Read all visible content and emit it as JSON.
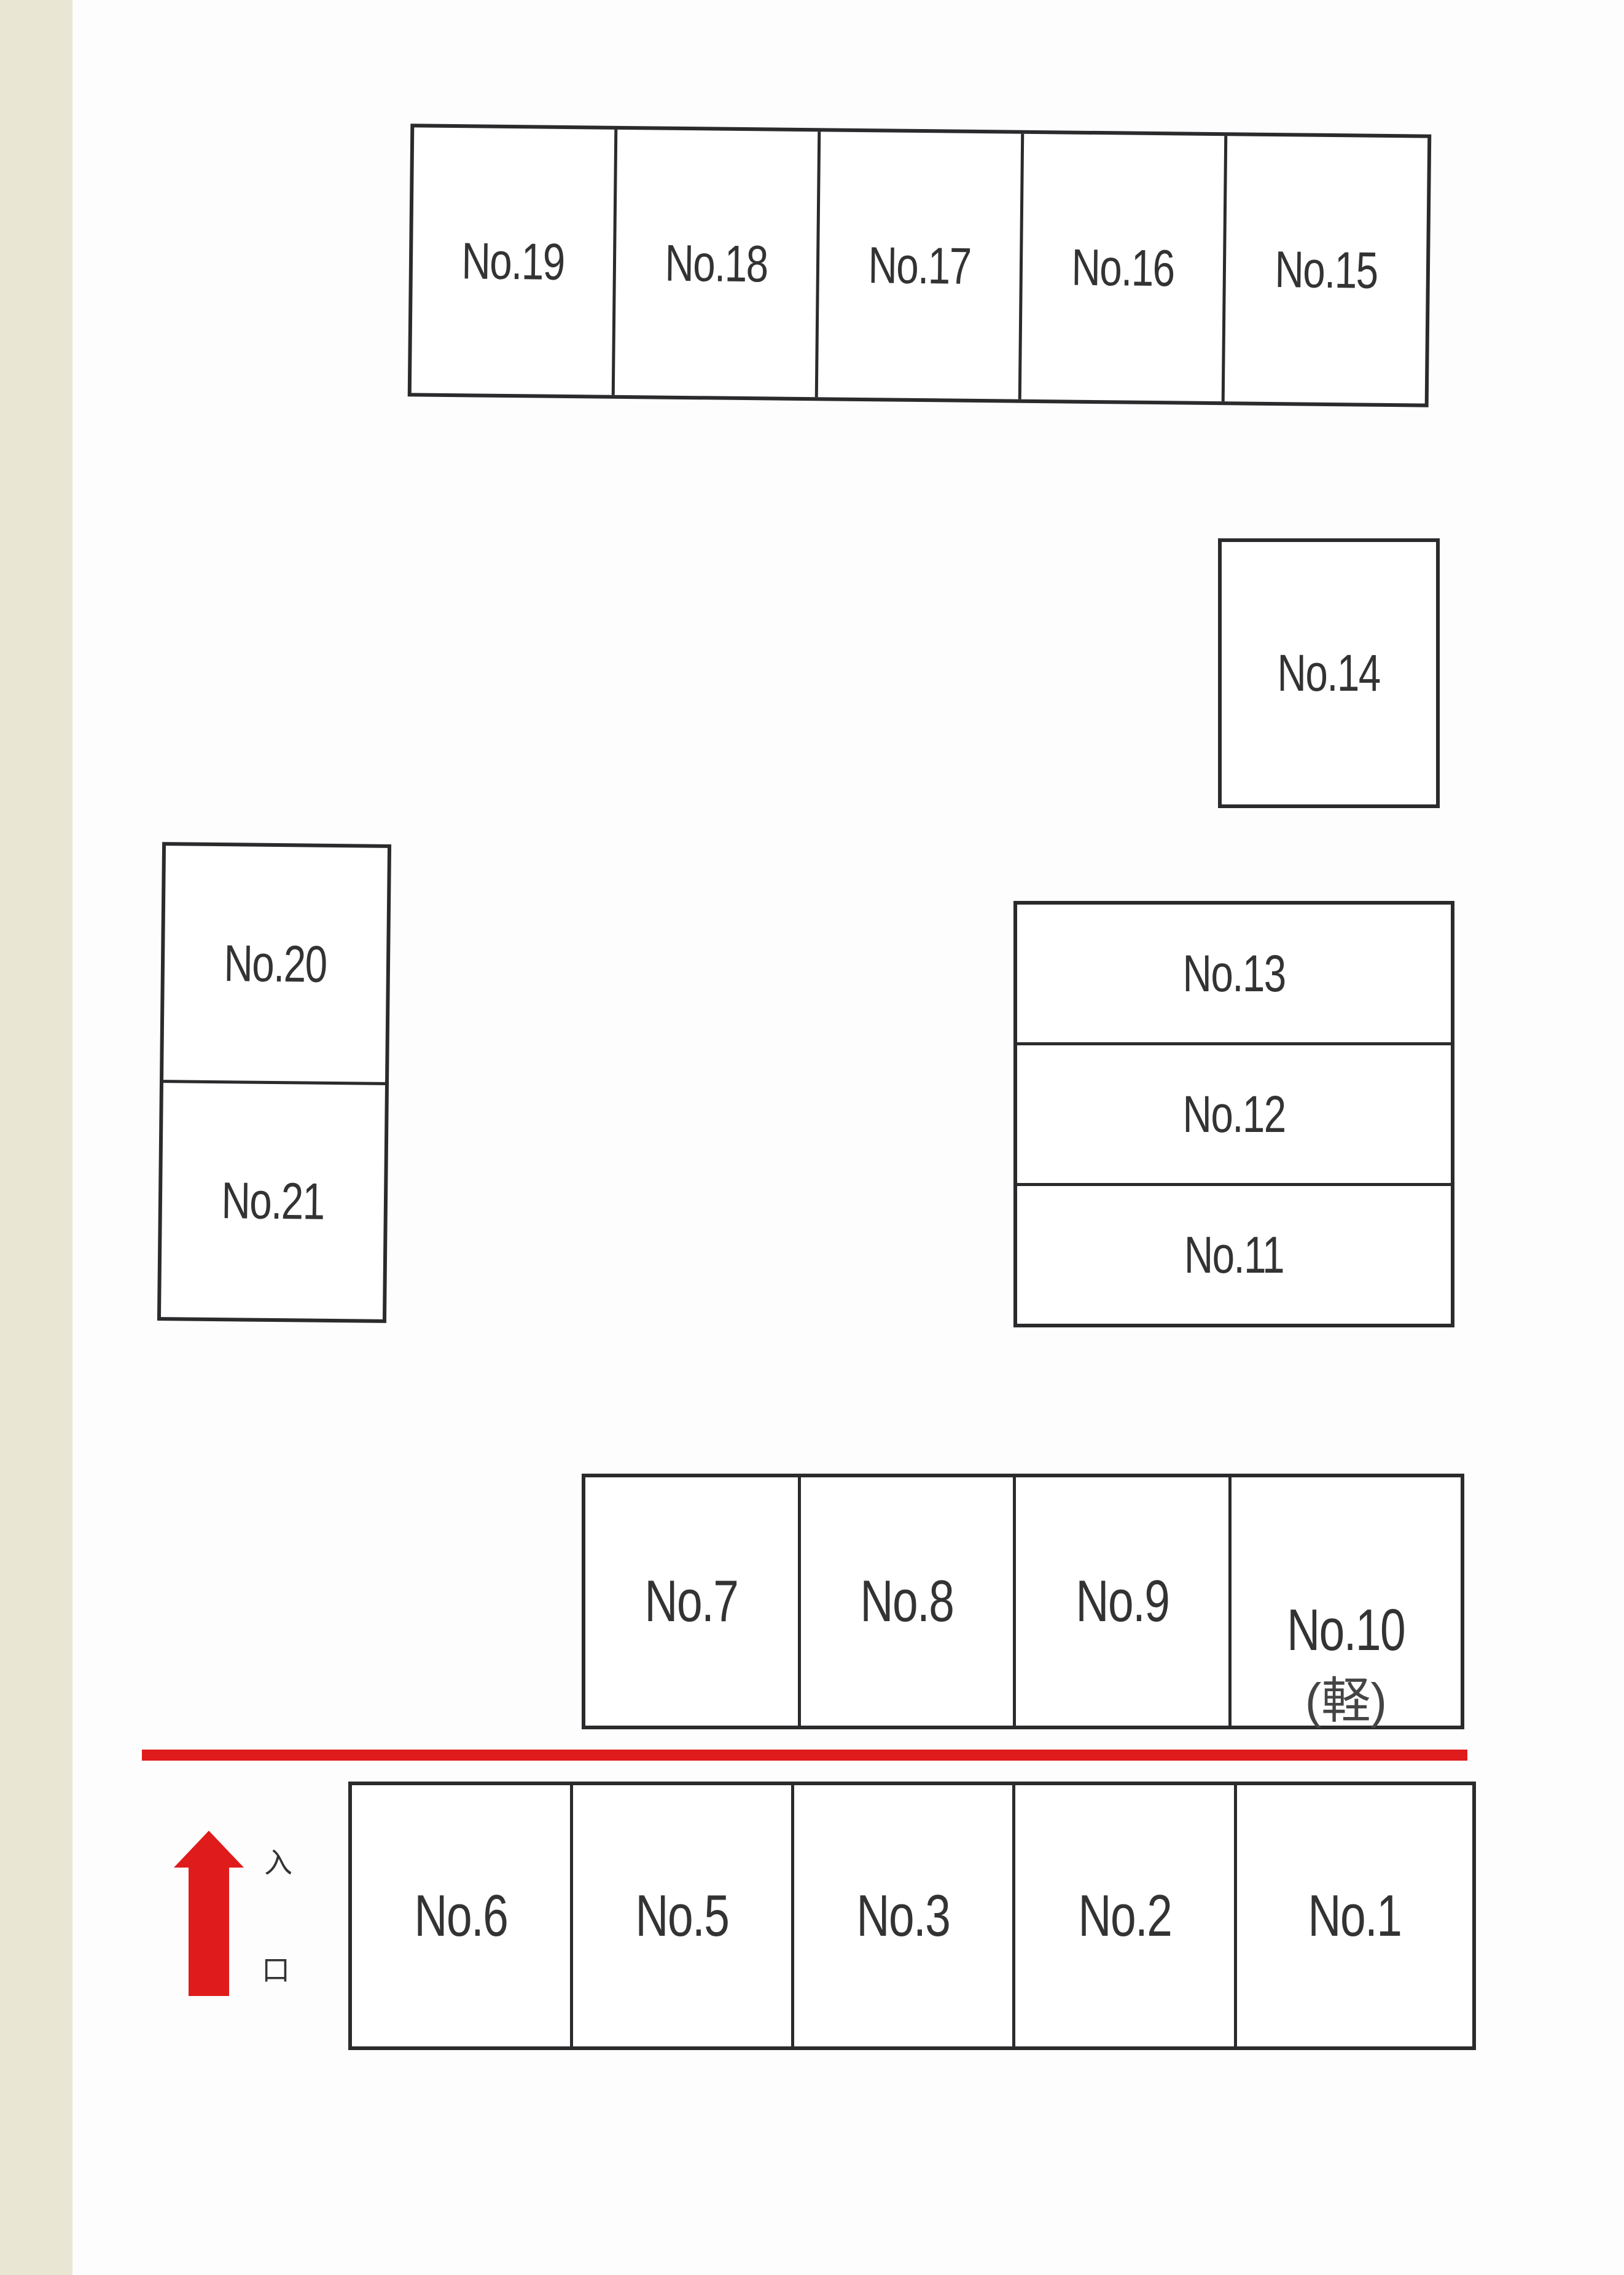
{
  "spots": {
    "top_row": [
      "No.19",
      "No.18",
      "No.17",
      "No.16",
      "No.15"
    ],
    "no14": "No.14",
    "right_stack": [
      "No.13",
      "No.12",
      "No.11"
    ],
    "left_stack": [
      "No.20",
      "No.21"
    ],
    "middle_row": [
      "No.7",
      "No.8",
      "No.9",
      "No.10"
    ],
    "no10_note": "(軽)",
    "bottom_row": [
      "No.6",
      "No.5",
      "No.3",
      "No.2",
      "No.1"
    ]
  },
  "entrance": {
    "char1": "入",
    "char2": "口",
    "arrow_direction": "up"
  },
  "colors": {
    "line": "#2b2b2e",
    "red": "#e01b1b"
  }
}
